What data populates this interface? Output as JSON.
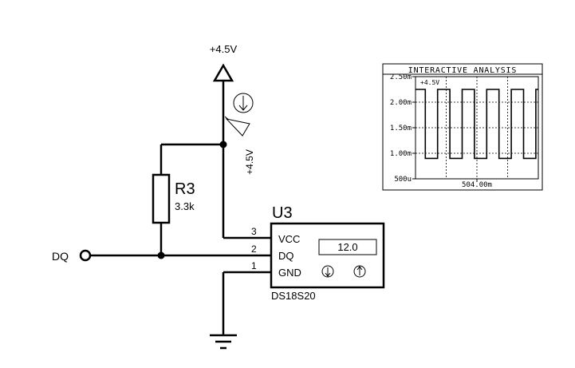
{
  "supply": {
    "top_label": "+4.5V",
    "probe_label": "+4.5V",
    "probe_icon": "down-arrow-circle-icon"
  },
  "resistor": {
    "name": "R3",
    "value": "3.3k"
  },
  "terminal": {
    "label": "DQ"
  },
  "chip": {
    "name": "U3",
    "part": "DS18S20",
    "pins": [
      {
        "number": "3",
        "label": "VCC"
      },
      {
        "number": "2",
        "label": "DQ"
      },
      {
        "number": "1",
        "label": "GND"
      }
    ],
    "display_value": "12.0",
    "down_button_icon": "down-arrow-circle-icon",
    "up_button_icon": "up-arrow-circle-icon"
  },
  "analysis": {
    "title": "INTERACTIVE ANALYSIS",
    "trace_label": "+4.5V",
    "x_tick": "504.00m",
    "colors": {
      "trace": "#000000",
      "grid": "#000000",
      "background": "#ffffff"
    }
  },
  "chart_data": {
    "type": "line",
    "title": "INTERACTIVE ANALYSIS",
    "series": [
      {
        "name": "+4.5V",
        "x": [
          0,
          0.08,
          0.08,
          0.18,
          0.18,
          0.28,
          0.28,
          0.38,
          0.38,
          0.48,
          0.48,
          0.58,
          0.58,
          0.68,
          0.68,
          0.78,
          0.78,
          0.88,
          0.88,
          0.98,
          0.98,
          1.0
        ],
        "y": [
          2.25,
          2.25,
          0.9,
          0.9,
          2.25,
          2.25,
          0.9,
          0.9,
          2.25,
          2.25,
          0.9,
          0.9,
          2.25,
          2.25,
          0.9,
          0.9,
          2.25,
          2.25,
          0.9,
          0.9,
          2.25,
          2.25
        ]
      }
    ],
    "y_ticks": [
      "2.50m",
      "2.00m",
      "1.50m",
      "1.00m",
      "500u"
    ],
    "y_tick_values": [
      2.5,
      2.0,
      1.5,
      1.0,
      0.5
    ],
    "x_tick_labels": [
      "504.00m"
    ],
    "ylim": [
      0.5,
      2.5
    ],
    "xlim": [
      0,
      1
    ],
    "grid": true
  }
}
